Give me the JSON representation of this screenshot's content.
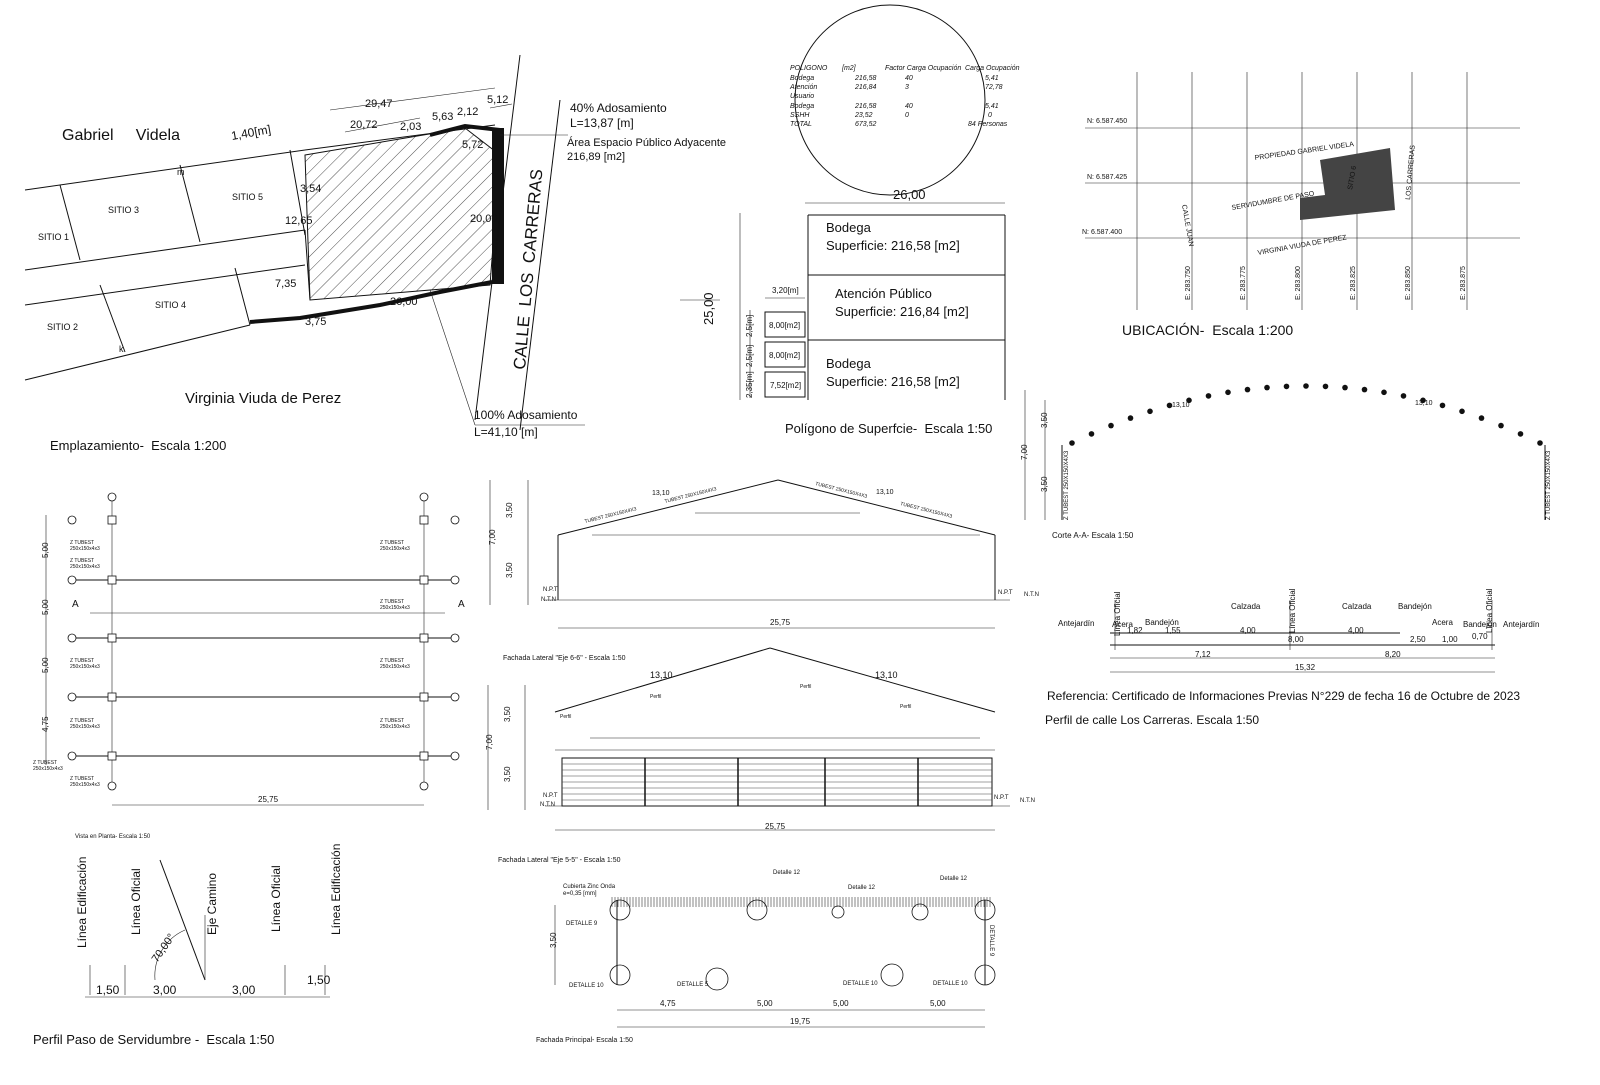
{
  "site_plan": {
    "street_top": "Gabriel     Videla",
    "street_bottom": "Virginia Viuda de Perez",
    "street_right": "CALLE  LOS  CARRERAS",
    "sitio1": "SITIO 1",
    "sitio2": "SITIO 2",
    "sitio3": "SITIO 3",
    "sitio4": "SITIO 4",
    "sitio5": "SITIO 5",
    "dim_29_47": "29,47",
    "dim_5_12": "5,12",
    "dim_20_72": "20,72",
    "dim_5_63": "5,63",
    "dim_2_12": "2,12",
    "dim_2_03": "2,03",
    "dim_5_72": "5,72",
    "dim_1_40": "1,40[m]",
    "dim_3_54": "3,54",
    "dim_12_65": "12,65",
    "dim_20_00": "20,00",
    "dim_7_35": "7,35",
    "dim_26_00": "26,00",
    "dim_3_75": "3,75",
    "mark_m": "m",
    "mark_k": "k",
    "adosamiento40_a": "40% Adosamiento",
    "adosamiento40_b": "L=13,87 [m]",
    "area_a": "Área Espacio Público Adyacente",
    "area_b": "216,89 [m2]",
    "adosamiento100_a": "100% Adosamiento",
    "adosamiento100_b": "L=41,10 [m]",
    "caption": "Emplazamiento-  Escala 1:200"
  },
  "occupancy": {
    "headers": [
      "POLIGONO",
      "[m2]",
      "Factor Carga Ocupación",
      "Carga Ocupación"
    ],
    "rows": [
      [
        "Bodega",
        "216,58",
        "40",
        "5,41"
      ],
      [
        "Atención",
        "216,84",
        "3",
        "72,78"
      ],
      [
        "Usuario",
        "",
        "",
        ""
      ],
      [
        "Bodega",
        "216,58",
        "40",
        "5,41"
      ],
      [
        "SSHH",
        "23,52",
        "0",
        "0"
      ],
      [
        "TOTAL",
        "673,52",
        "",
        "84 Personas"
      ]
    ],
    "dim_26": "26,00"
  },
  "polygon": {
    "dim_25": "25,00",
    "dim_3_20": "3,20[m]",
    "small_dims": [
      "2,5[m]",
      "2,5[m]",
      "2,35[m]"
    ],
    "small_boxes": [
      "8,00[m2]",
      "8,00[m2]",
      "7,52[m2]"
    ],
    "b1_name": "Bodega",
    "b1_area": "Superficie: 216,58 [m2]",
    "b2_name": "Atención Público",
    "b2_area": "Superficie: 216,84 [m2]",
    "b3_name": "Bodega",
    "b3_area": "Superficie: 216,58 [m2]",
    "caption": "Polígono de Superfcie-  Escala 1:50"
  },
  "location": {
    "n1": "N: 6.587.450",
    "n2": "N: 6.587.425",
    "n3": "N: 6.587.400",
    "e_labels": [
      "E: 283.750",
      "E: 283.775",
      "E: 283.800",
      "E: 283.825",
      "E: 283.850",
      "E: 283.875"
    ],
    "prop": "PROPIEDAD GABRIEL VIDELA",
    "serv": "SERVIDUMBRE DE PASO",
    "virginia": "VIRGINIA VIUDA DE PEREZ",
    "carrera": "LOS CARRERAS",
    "calle": "CALLE JUAN",
    "sitio": "SITIO 6",
    "caption": "UBICACIÓN-  Escala 1:200"
  },
  "section": {
    "dim_3_50a": "3,50",
    "dim_7_00": "7,00",
    "dim_3_50b": "3,50",
    "span_a": "13,10",
    "span_b": "13,10",
    "col": "Z TUBEST 250X150X4X3",
    "caption": "Corte A-A- Escala 1:50"
  },
  "street_profile": {
    "antejardin_l": "Antejardín",
    "linea_l": "Línea Oficial",
    "acera_l": "Acera",
    "bandejon_l": "Bandejón",
    "calzada_l": "Calzada",
    "eje": "Línea Oficial",
    "calzada_r": "Calzada",
    "bandejon_r": "Bandejón",
    "acera_r": "Acera",
    "bandejon_r2": "Bandejón",
    "linea_r": "Línea Oficial",
    "antejardin_r": "Antejardín",
    "d1": "1,82",
    "d2": "1,55",
    "d3": "4,00",
    "d4": "4,00",
    "d5": "8,00",
    "d6": "2,50",
    "d7": "1,00",
    "d8": "0,70",
    "t1": "7,12",
    "t2": "8,20",
    "t3": "15,32",
    "ref": "Referencia: Certificado de Informaciones Previas N°229 de fecha 16 de Octubre de 2023",
    "caption": "Perfil de calle Los Carreras. Escala 1:50"
  },
  "plan_view": {
    "dims": [
      "5,00",
      "5,00",
      "5,00",
      "4,75"
    ],
    "col_a": "Z TUBEST",
    "col_b": "250x150x4x3",
    "axis_a": "A",
    "dim_total": "25,75",
    "caption": "Vista en Planta- Escala 1:50"
  },
  "facade_66": {
    "dim_3_50a": "3,50",
    "dim_7_00": "7,00",
    "dim_3_50b": "3,50",
    "span_a": "13,10",
    "span_b": "13,10",
    "tube": "TUBEST 250X150X4X3",
    "npt": "N.P.T",
    "ntn": "N.T.N",
    "dim_total": "25,75",
    "caption": "Fachada Lateral  \"Eje 6-6\" - Escala 1:50"
  },
  "facade_55": {
    "dim_3_50a": "3,50",
    "dim_7_00": "7,00",
    "dim_3_50b": "3,50",
    "span_a": "13,10",
    "span_b": "13,10",
    "note": "Perfil",
    "npt": "N.P.T",
    "ntn": "N.T.N",
    "dim_total": "25,75",
    "caption": "Fachada Lateral  \"Eje 5-5\" - Escala 1:50"
  },
  "easement": {
    "l1": "Línea Edificación",
    "l2": "Línea Oficial",
    "l3": "Eje Camino",
    "l4": "Línea Oficial",
    "l5": "Línea Edificación",
    "angle": "70,00°",
    "d1": "1,50",
    "d2": "3,00",
    "d3": "3,00",
    "d4": "1,50",
    "caption": "Perfil Paso de Servidumbre -  Escala 1:50"
  },
  "facade_main": {
    "cubierta_a": "Cubierta  Zinc Onda",
    "cubierta_b": "e=0,35 [mm]",
    "detalle12a": "Detalle 12",
    "detalle12b": "Detalle 12",
    "detalle12c": "Detalle 12",
    "detalle9a": "DETALLE 9",
    "detalle9b": "DETALLE 9",
    "detalle10a": "DETALLE 10",
    "detalle10b": "DETALLE 10",
    "detalle10c": "DETALLE 10",
    "detalle5": "DETALLE 5",
    "dim_3_50": "3,50",
    "dims": [
      "4,75",
      "5,00",
      "5,00",
      "5,00"
    ],
    "dim_total": "19,75",
    "caption": "Fachada Principal- Escala 1:50"
  }
}
